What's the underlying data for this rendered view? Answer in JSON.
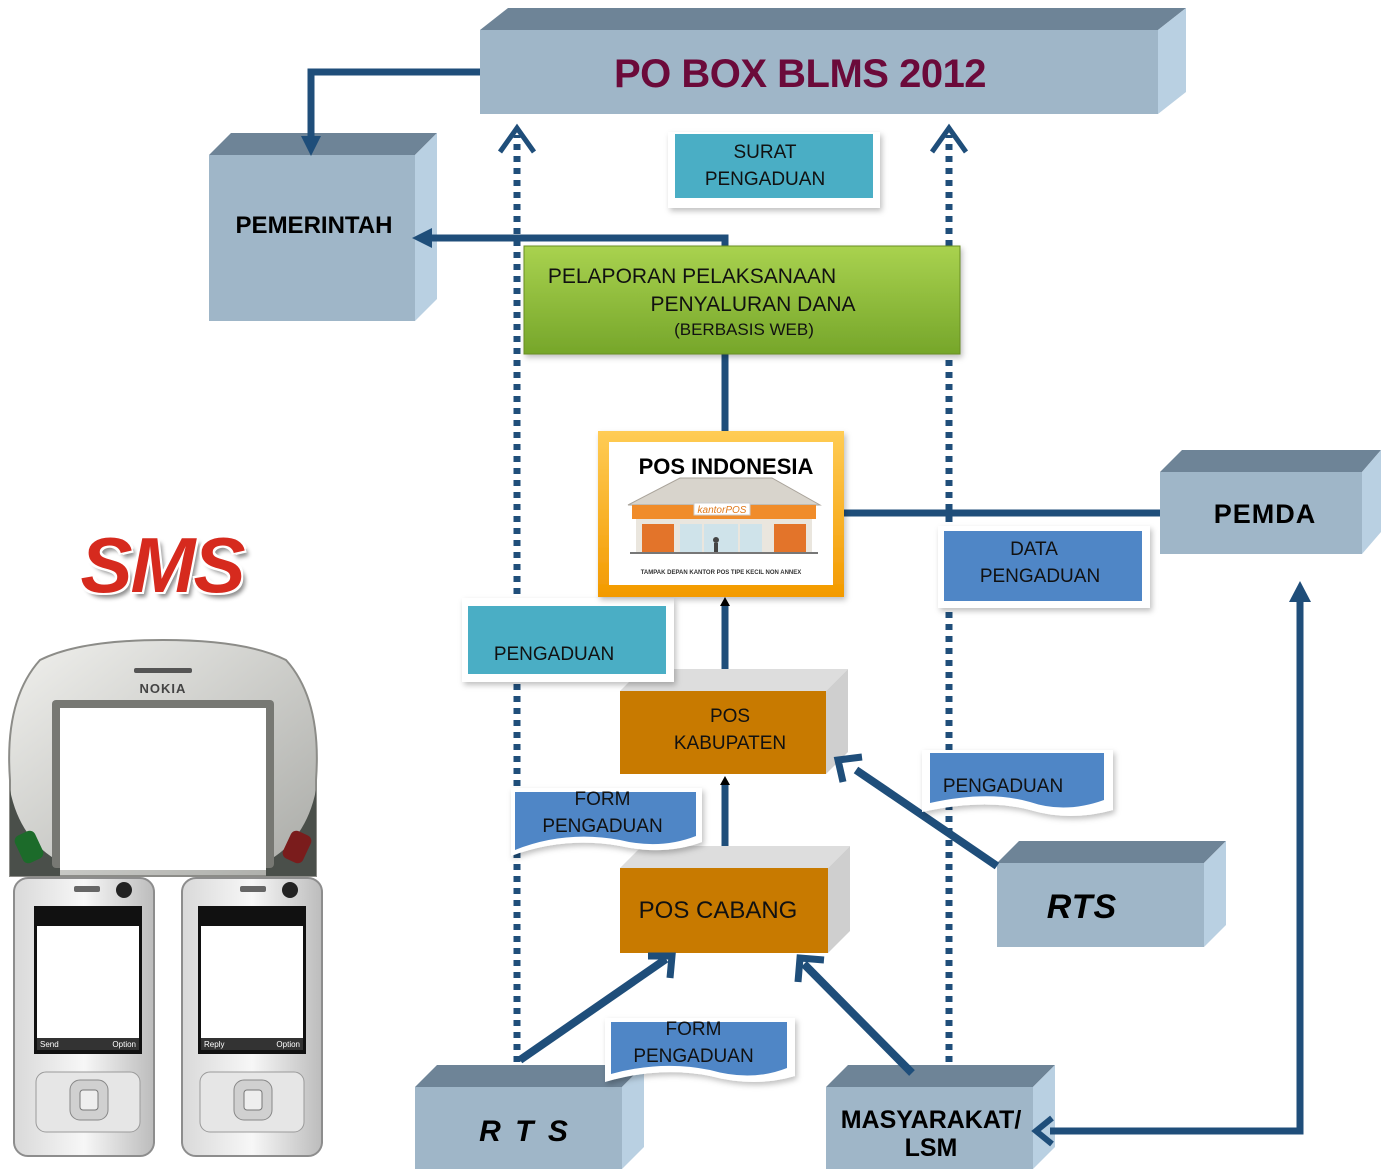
{
  "title": "PO BOX  BLMS 2012",
  "nodes": {
    "pemerintah": "PEMERINTAH",
    "surat_pengaduan": [
      "SURAT",
      "PENGADUAN"
    ],
    "pelaporan": [
      "PELAPORAN PELAKSANAAN",
      "PENYALURAN DANA",
      "(BERBASIS WEB)"
    ],
    "pos_indonesia": "POS INDONESIA",
    "pemda": "PEMDA",
    "data_pengaduan": [
      "DATA",
      "PENGADUAN"
    ],
    "pengaduan_left": "PENGADUAN",
    "pos_kabupaten": [
      "POS",
      "KABUPATEN"
    ],
    "pengaduan_right": "PENGADUAN",
    "form_pengaduan_upper": [
      "FORM",
      "PENGADUAN"
    ],
    "pos_cabang": "POS CABANG",
    "rts_right": "RTS",
    "form_pengaduan_lower": [
      "FORM",
      "PENGADUAN"
    ],
    "rts_bottom": "R T S",
    "masyarakat": [
      "MASYARAKAT/",
      "LSM"
    ]
  },
  "illustration": {
    "sms": "SMS",
    "nokia_brand": "NOKIA",
    "phone1": {
      "left_soft": "Send",
      "right_soft": "Option"
    },
    "phone2": {
      "left_soft": "Reply",
      "right_soft": "Option"
    },
    "kantor_pos_sign": "kantorPOS",
    "kantor_pos_caption": "TAMPAK DEPAN KANTOR POS TIPE KECIL NON ANNEX"
  },
  "colors": {
    "box_gray": "#9fb6c8",
    "box_gray_top": "#6e8497",
    "box_gray_side": "#b9d0e2",
    "arrow": "#1f4e7a",
    "green": "#8fbe3a",
    "orange": "#c87a00",
    "teal": "#4aaec5",
    "blue_doc": "#4f86c6",
    "title_color": "#6b0a3a"
  }
}
